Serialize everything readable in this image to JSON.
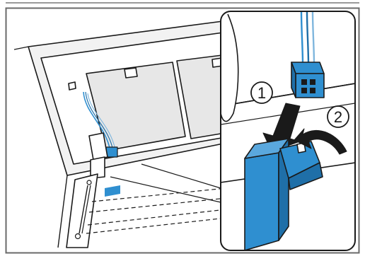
{
  "diagram": {
    "steps": [
      {
        "number": "1",
        "action": "connector-down"
      },
      {
        "number": "2",
        "action": "rotate-latch"
      }
    ],
    "colors": {
      "line": "#1a1a1a",
      "panel": "#e9e9e9",
      "filter_fill": "#e7e7e7",
      "accent_blue": "#2f8fd0",
      "accent_blue_dark": "#1f6fa8",
      "frame": "#6a6a6a",
      "background": "#ffffff"
    },
    "icons": [
      "connector-icon",
      "arrow-down-icon",
      "curved-arrow-icon",
      "wire-bundle-icon"
    ]
  }
}
